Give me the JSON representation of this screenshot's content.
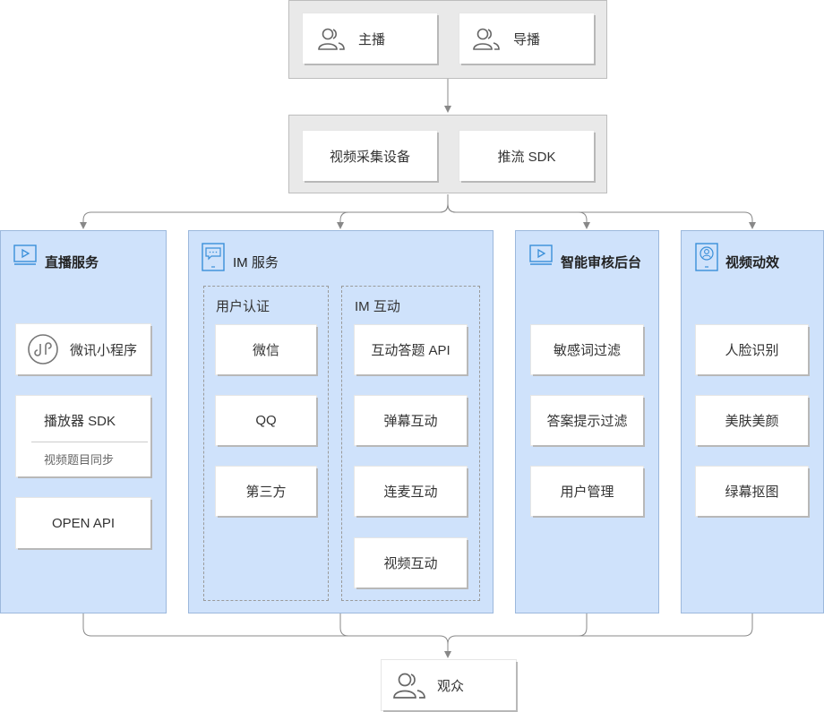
{
  "top": {
    "anchor": "主播",
    "director": "导播"
  },
  "capture": {
    "device": "视频采集设备",
    "push_sdk": "推流 SDK"
  },
  "live": {
    "title": "直播服务",
    "mini_program": "微讯小程序",
    "player_sdk": "播放器 SDK",
    "player_sub": "视频题目同步",
    "open_api": "OPEN API"
  },
  "im": {
    "title": "IM 服务",
    "auth": {
      "title": "用户认证",
      "items": [
        "微信",
        "QQ",
        "第三方"
      ]
    },
    "interact": {
      "title": "IM 互动",
      "items": [
        "互动答题 API",
        "弹幕互动",
        "连麦互动",
        "视频互动"
      ]
    }
  },
  "audit": {
    "title": "智能审核后台",
    "items": [
      "敏感词过滤",
      "答案提示过滤",
      "用户管理"
    ]
  },
  "effects": {
    "title": "视频动效",
    "items": [
      "人脸识别",
      "美肤美颜",
      "绿幕抠图"
    ]
  },
  "audience": {
    "label": "观众"
  },
  "colors": {
    "panel": "#cfe2fb",
    "panel_border": "#9cb8dc",
    "icon_blue": "#3a8fd9",
    "connector": "#888888"
  }
}
